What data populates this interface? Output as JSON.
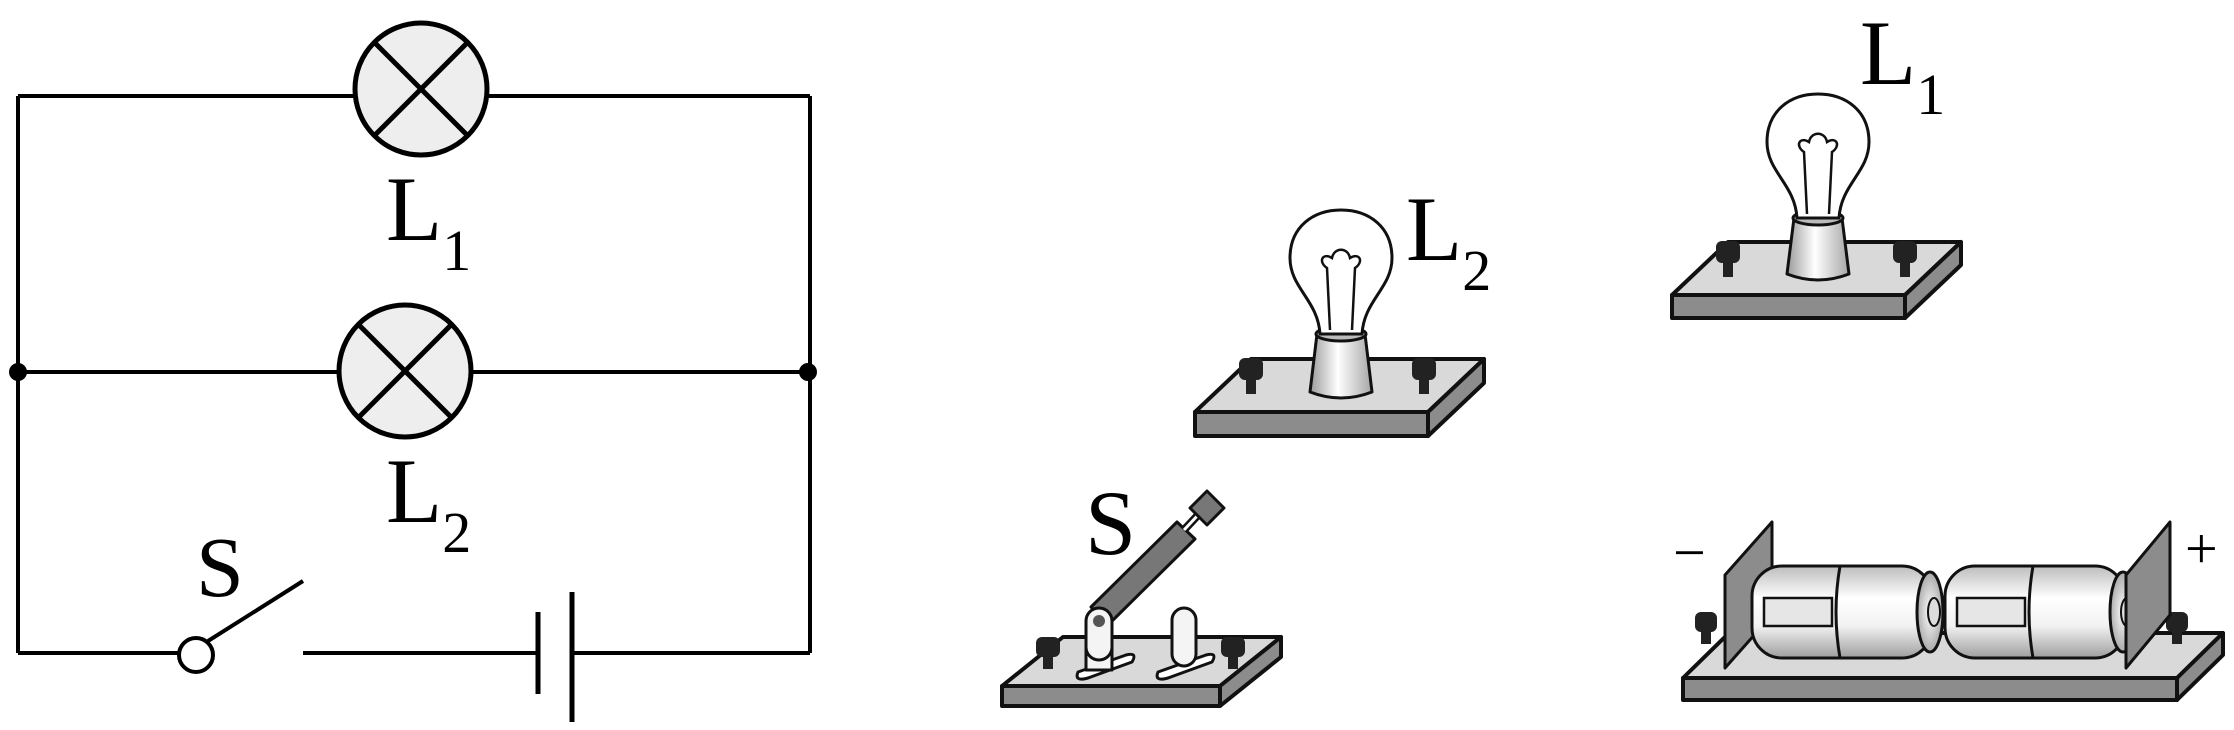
{
  "schematic": {
    "lamp1": {
      "letter": "L",
      "sub": "1"
    },
    "lamp2": {
      "letter": "L",
      "sub": "2"
    },
    "switch": {
      "label": "S"
    }
  },
  "apparatus": {
    "bulb2": {
      "letter": "L",
      "sub": "2"
    },
    "bulb1": {
      "letter": "L",
      "sub": "1"
    },
    "switch": {
      "label": "S"
    },
    "battery": {
      "minus": "−",
      "plus": "+"
    }
  },
  "colors": {
    "stroke": "#111111",
    "lamp_fill": "#eeeeee",
    "board_top": "#d9d9d9",
    "board_side": "#8c8c8c",
    "terminal": "#222222"
  }
}
